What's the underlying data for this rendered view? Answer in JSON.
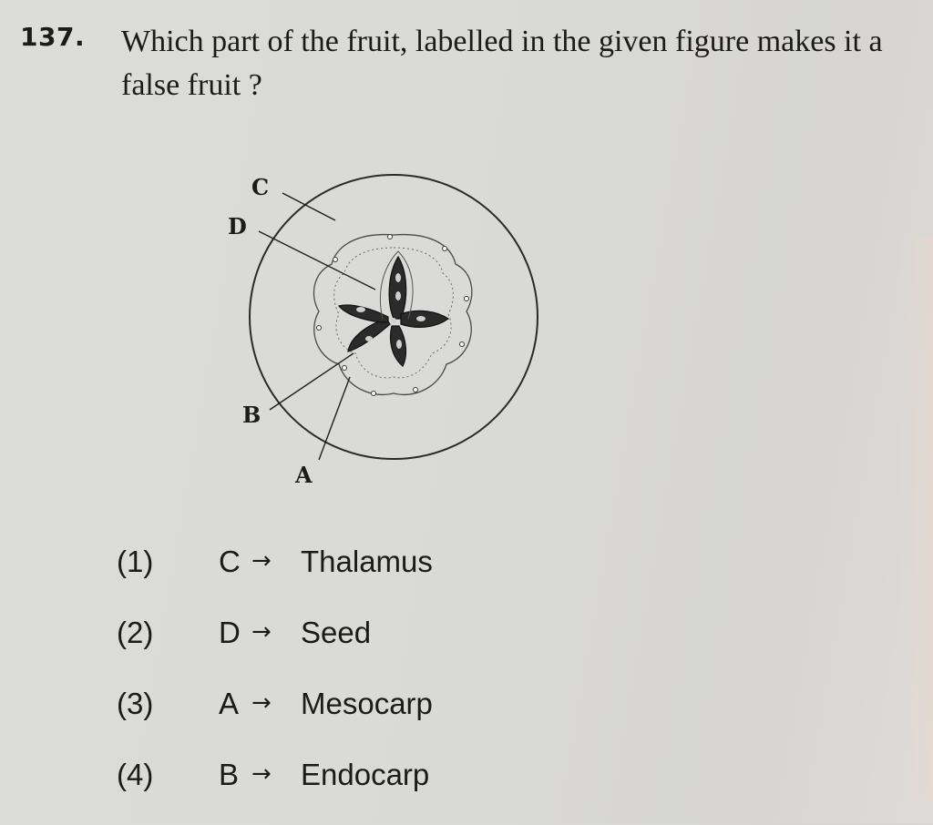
{
  "question": {
    "number": "137.",
    "text": "Which part of the fruit, labelled in the given figure makes it a false fruit ?"
  },
  "figure": {
    "labels": [
      "C",
      "D",
      "B",
      "A"
    ]
  },
  "options": [
    {
      "num": "(1)",
      "letter": "C",
      "arrow": "→",
      "answer": "Thalamus"
    },
    {
      "num": "(2)",
      "letter": "D",
      "arrow": "→",
      "answer": "Seed"
    },
    {
      "num": "(3)",
      "letter": "A",
      "arrow": "→",
      "answer": "Mesocarp"
    },
    {
      "num": "(4)",
      "letter": "B",
      "arrow": "→",
      "answer": "Endocarp"
    }
  ]
}
